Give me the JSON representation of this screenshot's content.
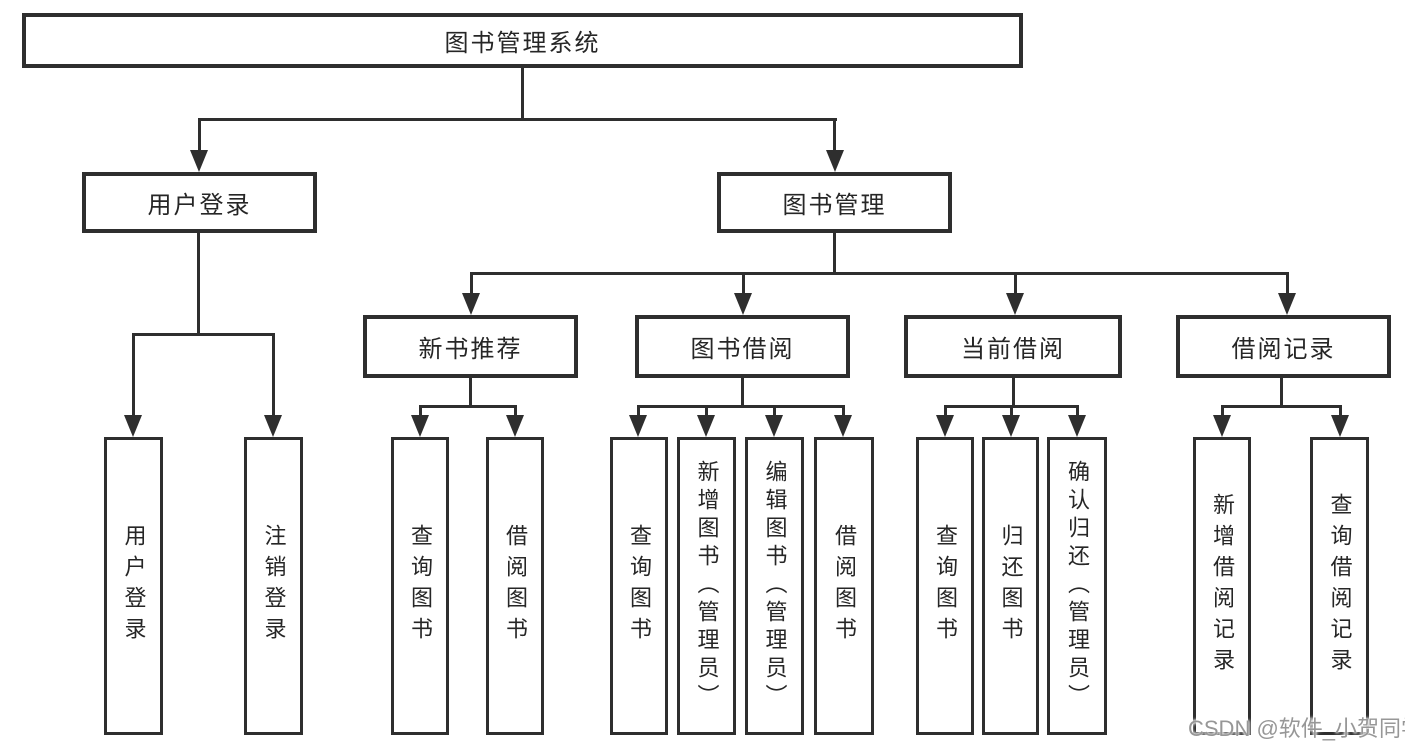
{
  "diagram": {
    "root": {
      "label": "图书管理系统"
    },
    "level1": {
      "user_login": {
        "label": "用户登录"
      },
      "book_mgmt": {
        "label": "图书管理"
      }
    },
    "level2": {
      "new_book_rec": {
        "label": "新书推荐"
      },
      "book_borrow": {
        "label": "图书借阅"
      },
      "current_borrow": {
        "label": "当前借阅"
      },
      "borrow_record": {
        "label": "借阅记录"
      }
    },
    "leaves": {
      "user_login": {
        "label": "用户登录"
      },
      "logout": {
        "label": "注销登录"
      },
      "query_book_rec": {
        "label": "查询图书"
      },
      "borrow_book_rec": {
        "label": "借阅图书"
      },
      "query_book_borrow": {
        "label": "查询图书"
      },
      "add_book_admin": {
        "label": "新增图书（管理员）"
      },
      "edit_book_admin": {
        "label": "编辑图书（管理员）"
      },
      "borrow_book_borrow": {
        "label": "借阅图书"
      },
      "query_book_current": {
        "label": "查询图书"
      },
      "return_book": {
        "label": "归还图书"
      },
      "confirm_return_admin": {
        "label": "确认归还（管理员）"
      },
      "add_borrow_record": {
        "label": "新增借阅记录"
      },
      "query_borrow_record": {
        "label": "查询借阅记录"
      }
    }
  },
  "watermark": {
    "text": "CSDN @软件_小贺同学"
  }
}
